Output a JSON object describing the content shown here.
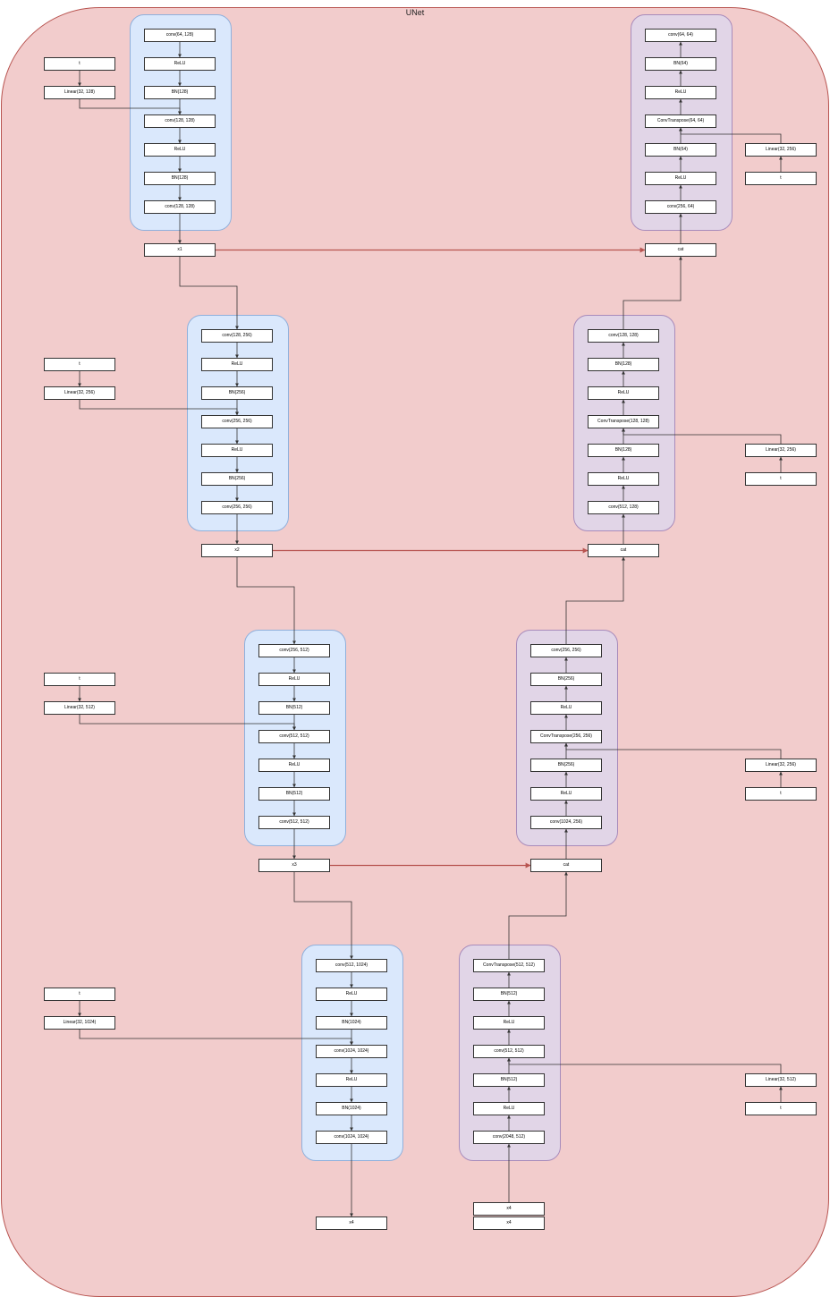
{
  "title": "UNet",
  "down_blocks": [
    {
      "layers": [
        "conv(64, 128)",
        "ReLU",
        "BN(128)",
        "conv(128, 128)",
        "ReLU",
        "BN(128)",
        "conv(128, 128)"
      ],
      "time_embed": {
        "input": "t",
        "linear": "Linear(32, 128)"
      },
      "output": "x1"
    },
    {
      "layers": [
        "conv(128, 256)",
        "ReLU",
        "BN(256)",
        "conv(256, 256)",
        "ReLU",
        "BN(256)",
        "conv(256, 256)"
      ],
      "time_embed": {
        "input": "t",
        "linear": "Linear(32, 256)"
      },
      "output": "x2"
    },
    {
      "layers": [
        "conv(256, 512)",
        "ReLU",
        "BN(512)",
        "conv(512, 512)",
        "ReLU",
        "BN(512)",
        "conv(512, 512)"
      ],
      "time_embed": {
        "input": "t",
        "linear": "Linear(32, 512)"
      },
      "output": "x3"
    },
    {
      "layers": [
        "conv(512, 1024)",
        "ReLU",
        "BN(1024)",
        "conv(1024, 1024)",
        "ReLU",
        "BN(1024)",
        "conv(1024, 1024)"
      ],
      "time_embed": {
        "input": "t",
        "linear": "Linear(32, 1024)"
      },
      "output": "x4"
    }
  ],
  "up_blocks": [
    {
      "layers": [
        "conv(64, 64)",
        "BN(64)",
        "ReLU",
        "ConvTranspose(64, 64)",
        "BN(64)",
        "ReLU",
        "conv(256, 64)"
      ],
      "time_embed": {
        "input": "t",
        "linear": "Linear(32, 256)"
      },
      "cat": "cat"
    },
    {
      "layers": [
        "conv(128, 128)",
        "BN(128)",
        "ReLU",
        "ConvTranspose(128, 128)",
        "BN(128)",
        "ReLU",
        "conv(512, 128)"
      ],
      "time_embed": {
        "input": "t",
        "linear": "Linear(32, 256)"
      },
      "cat": "cat"
    },
    {
      "layers": [
        "conv(256, 256)",
        "BN(256)",
        "ReLU",
        "ConvTranspose(256, 256)",
        "BN(256)",
        "ReLU",
        "conv(1024, 256)"
      ],
      "time_embed": {
        "input": "t",
        "linear": "Linear(32, 256)"
      },
      "cat": "cat"
    },
    {
      "layers": [
        "ConvTranspose(512, 512)",
        "BN(512)",
        "ReLU",
        "conv(512, 512)",
        "BN(512)",
        "ReLU",
        "conv(2048, 512)"
      ],
      "time_embed": {
        "input": "t",
        "linear": "Linear(32, 512)"
      },
      "inputs": [
        "x4",
        "x4"
      ]
    }
  ],
  "colors": {
    "background": "#f2cccc",
    "outer_border": "#b85450",
    "down_block": "#dae8fc",
    "up_block": "#e1d5e7",
    "skip_arrow": "#b85450",
    "edge": "#333333"
  }
}
